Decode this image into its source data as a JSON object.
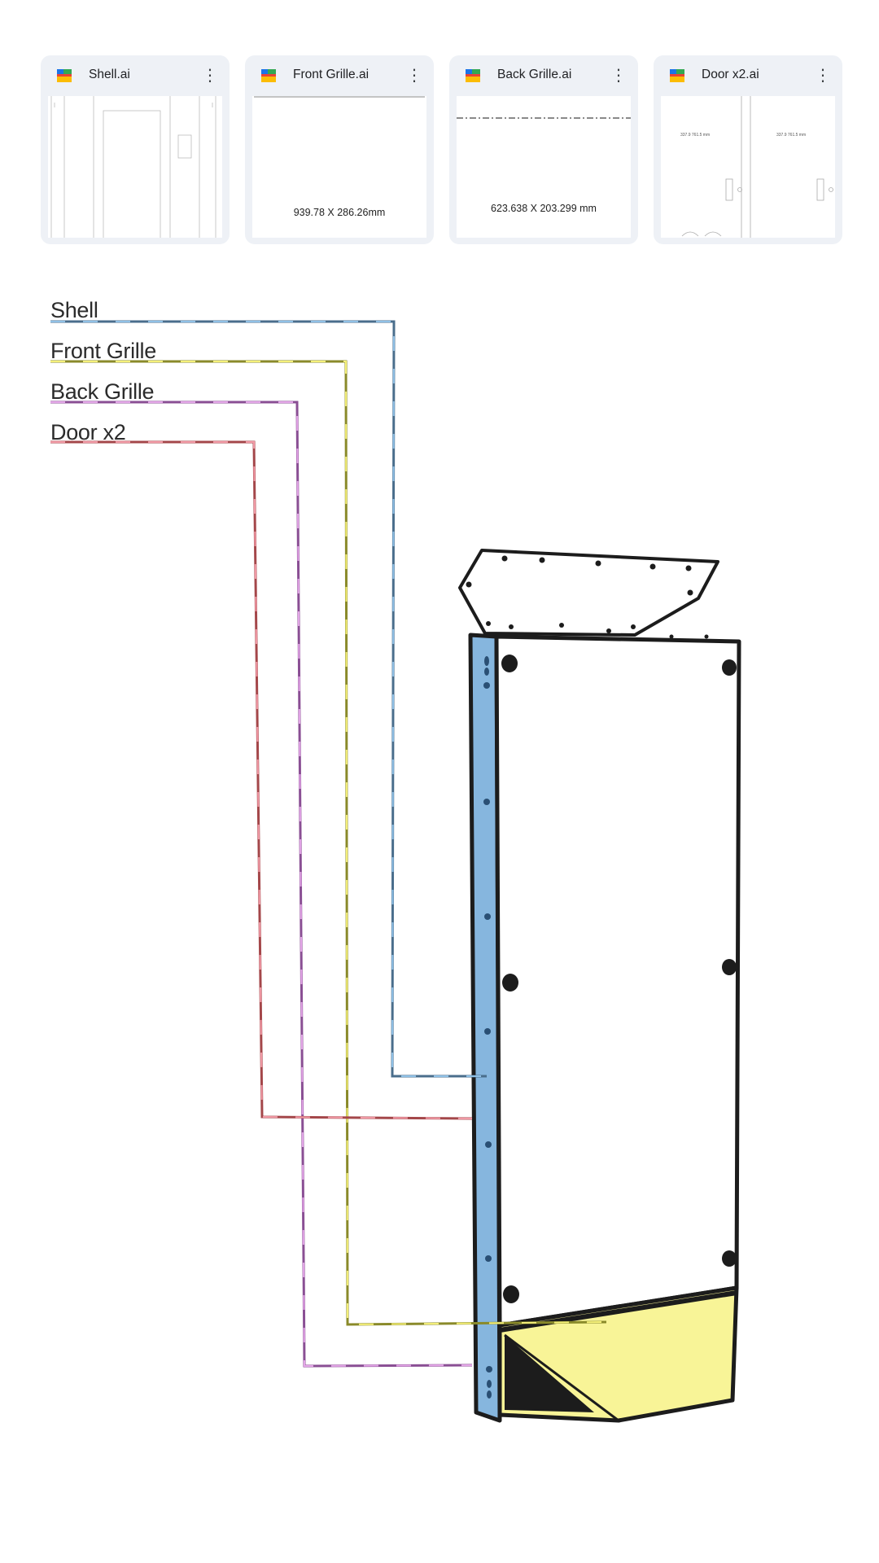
{
  "files": [
    {
      "name": "Shell.ai",
      "thumb_label": ""
    },
    {
      "name": "Front Grille.ai",
      "thumb_label": "939.78 X 286.26mm"
    },
    {
      "name": "Back Grille.ai",
      "thumb_label": "623.638  X  203.299 mm"
    },
    {
      "name": "Door x2.ai",
      "thumb_label": "",
      "dim_left": "337.9 761.5 mm",
      "dim_right": "337.9 761.5 mm"
    }
  ],
  "callouts": [
    {
      "label": "Shell",
      "color": "#4a6e8c",
      "dash_color": "#8fc0e6"
    },
    {
      "label": "Front Grille",
      "color": "#8a8a2a",
      "dash_color": "#f5f07a"
    },
    {
      "label": "Back Grille",
      "color": "#8a4f94",
      "dash_color": "#e4a6e8"
    },
    {
      "label": "Door x2",
      "color": "#a4474a",
      "dash_color": "#f29aa6"
    }
  ],
  "colors": {
    "card_bg": "#eef1f6",
    "shell_fill": "#86b6de",
    "grille_fill": "#f8f497",
    "outline": "#1c1c1c"
  },
  "icons": {
    "file": "illustrator-file-icon",
    "menu": "more-vert-icon"
  }
}
